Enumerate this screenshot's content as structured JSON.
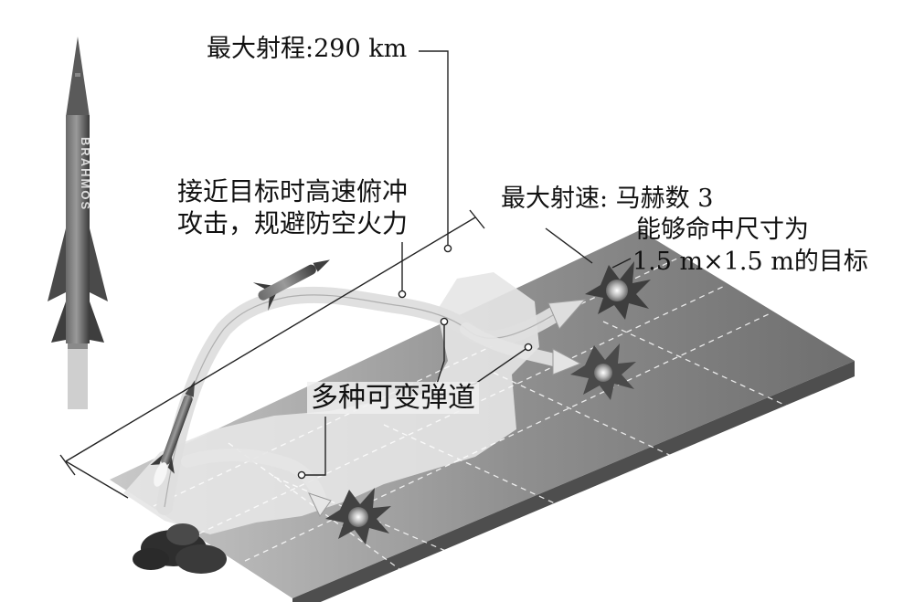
{
  "labels": {
    "max_range": "最大射程:290 km",
    "dive_line1": "接近目标时高速俯冲",
    "dive_line2": "攻击，规避防空火力",
    "max_speed": "最大射速: 马赫数 3",
    "hit_line1": "能够命中尺寸为",
    "hit_line2": "1.5 m×1.5 m的目标",
    "trajectory": "多种可变弹道"
  },
  "missile_body_text": "BRAHMOS",
  "colors": {
    "ink": "#111111",
    "ground_light": "#c4c4c4",
    "ground_dark": "#7c7c7c",
    "ground_side": "#4e4e4e",
    "land": "#e6e6e6",
    "trail": "#dedede",
    "missile": "#555555"
  }
}
